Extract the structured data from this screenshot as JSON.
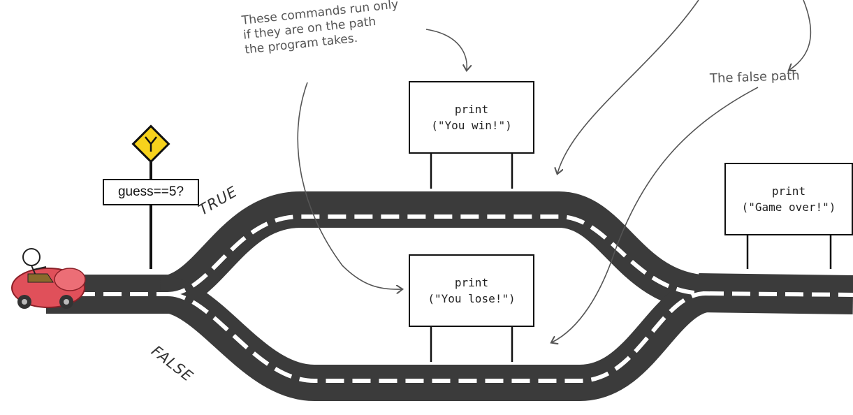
{
  "annotations": {
    "commands_note": [
      "These commands run only",
      "if they are on the path",
      "the program takes."
    ],
    "false_path_note": "The false path"
  },
  "signs": {
    "win": [
      "print",
      "(\"You win!\")"
    ],
    "lose": [
      "print",
      "(\"You lose!\")"
    ],
    "game_over": [
      "print",
      "(\"Game over!\")"
    ]
  },
  "road_labels": {
    "true_branch": "TRUE",
    "false_branch": "FALSE"
  },
  "condition_sign": {
    "label": "guess==5?",
    "icon": "y-junction-icon",
    "color": "#f7d21c"
  },
  "colors": {
    "road": "#3b3b3b",
    "road_marking": "#ffffff",
    "car": "#e0505a"
  }
}
